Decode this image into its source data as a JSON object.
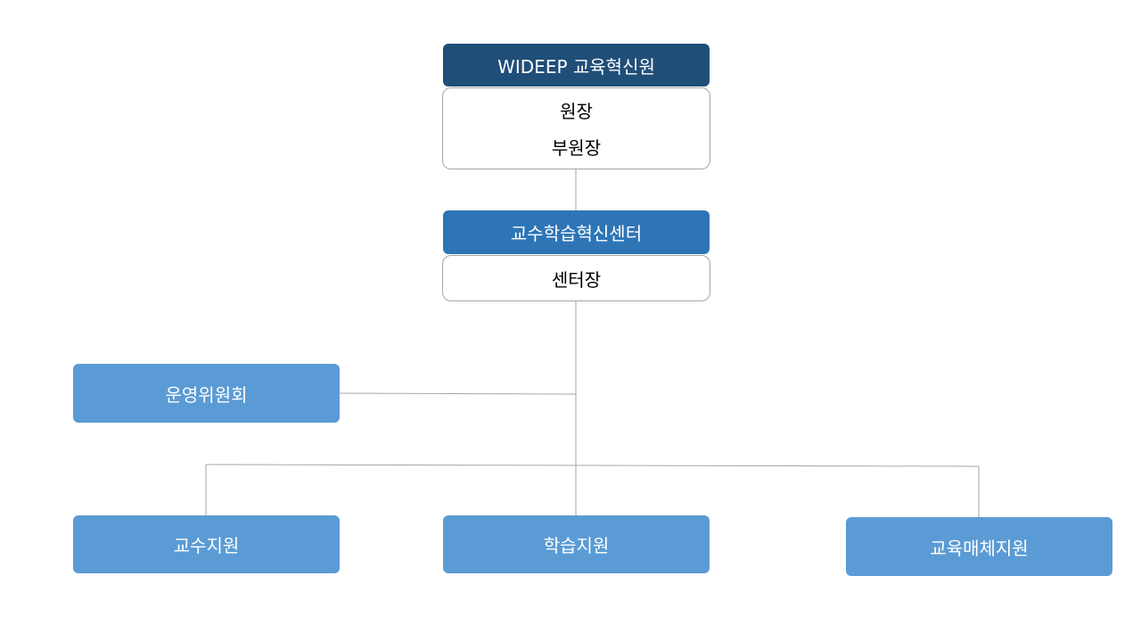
{
  "colors": {
    "top_header": "#1f4e79",
    "center_header": "#2e75b6",
    "unit_fill": "#5b9bd5",
    "connector": "#a6a6a6",
    "outline": "#a6a6a6"
  },
  "org": {
    "institute": {
      "name": "WIDEEP 교육혁신원",
      "roles": [
        "원장",
        "부원장"
      ]
    },
    "center": {
      "name": "교수학습혁신센터",
      "role": "센터장"
    },
    "committee": "운영위원회",
    "units": [
      "교수지원",
      "학습지원",
      "교육매체지원"
    ]
  }
}
